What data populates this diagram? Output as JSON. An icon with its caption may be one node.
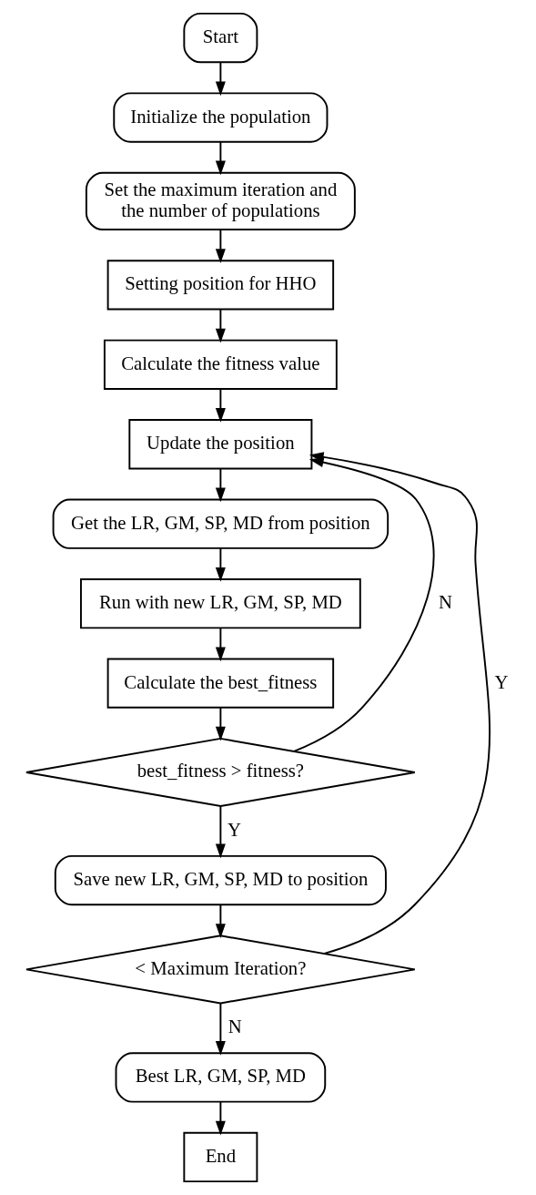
{
  "diagram": {
    "nodes": [
      {
        "text": [
          "Start"
        ]
      },
      {
        "text": [
          "Initialize the population"
        ]
      },
      {
        "text": [
          "Set the maximum iteration and the number of populations"
        ]
      },
      {
        "text": [
          "Setting position for HHO"
        ]
      },
      {
        "text": [
          "Calculate the fitness value"
        ]
      },
      {
        "text": [
          "Update the position"
        ]
      },
      {
        "text": [
          "Get the LR, GM, SP, MD from position"
        ]
      },
      {
        "text": [
          "Run with new LR, GM, SP, MD"
        ]
      },
      {
        "text": [
          "Calculate the best_fitness"
        ]
      },
      {
        "text": [
          "best_fitness > fitness?"
        ]
      },
      {
        "text": [
          "Save new LR, GM, SP, MD to position"
        ]
      },
      {
        "text": [
          "< Maximum Iteration?"
        ]
      },
      {
        "text": [
          "Best LR, GM, SP, MD"
        ]
      },
      {
        "text": [
          "End"
        ]
      }
    ],
    "edges": [
      {
        "from": 0,
        "to": 1,
        "arrow": "to"
      },
      {
        "from": 1,
        "to": 2,
        "arrow": "to"
      },
      {
        "from": 2,
        "to": 3,
        "arrow": "to"
      },
      {
        "from": 3,
        "to": 4,
        "arrow": "to"
      },
      {
        "from": 4,
        "to": 5,
        "arrow": "to"
      },
      {
        "from": 5,
        "to": 6,
        "arrow": "to"
      },
      {
        "from": 6,
        "to": 7,
        "arrow": "to"
      },
      {
        "from": 7,
        "to": 8,
        "arrow": "to"
      },
      {
        "from": 8,
        "to": 9,
        "arrow": "to"
      },
      {
        "from": 9,
        "to": 5,
        "label": "N",
        "arrow": "to"
      },
      {
        "from": 9,
        "to": 10,
        "label": "Y",
        "arrow": "to"
      },
      {
        "from": 10,
        "to": 11,
        "arrow": "to"
      },
      {
        "from": 11,
        "to": 5,
        "label": "Y",
        "arrow": "to"
      },
      {
        "from": 11,
        "to": 12,
        "label": "N",
        "arrow": "to"
      },
      {
        "from": 12,
        "to": 13,
        "arrow": "to"
      }
    ]
  }
}
